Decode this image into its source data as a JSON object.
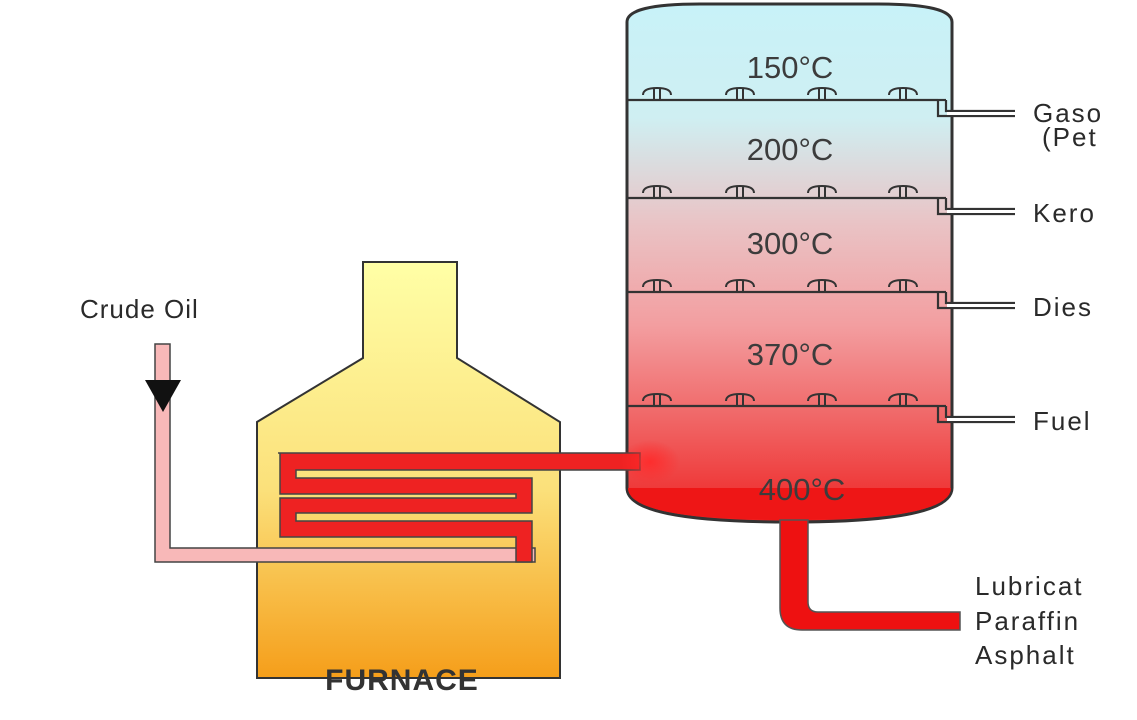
{
  "diagram": {
    "feed_label": "Crude Oil",
    "furnace_label": "FURNACE",
    "tower": {
      "temperatures": [
        "150°C",
        "200°C",
        "300°C",
        "370°C",
        "400°C"
      ]
    },
    "outputs": [
      {
        "lines": [
          "Gaso",
          "(Pet"
        ]
      },
      {
        "lines": [
          "Kero"
        ]
      },
      {
        "lines": [
          "Dies"
        ]
      },
      {
        "lines": [
          "Fuel"
        ]
      },
      {
        "lines": [
          "Lubricat",
          "Paraffin",
          "Asphalt"
        ]
      }
    ]
  },
  "colors": {
    "tower_top": "#c8f2f8",
    "tower_mid": "#f3a6a8",
    "tower_bottom": "#ee2222",
    "pipe_red": "#ee1111",
    "feed_pipe_fill": "#f8b8b8",
    "furnace_top": "#ffffa0",
    "furnace_bottom": "#f5a41e",
    "outline": "#333333"
  }
}
